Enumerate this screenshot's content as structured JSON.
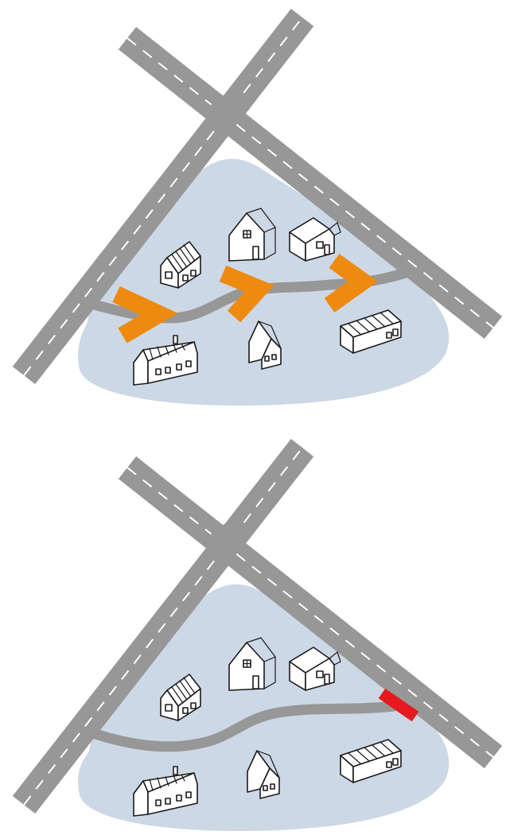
{
  "colors": {
    "background": "#ffffff",
    "area_fill": "#cdd8e6",
    "road_asphalt": "#979797",
    "road_marking": "#ffffff",
    "local_street": "#979797",
    "speed_bump": "#ee8a0f",
    "street_closure": "#e5191e",
    "house_outline": "#1a1a1a"
  },
  "panels": [
    {
      "id": "top",
      "description": "",
      "traffic_measure_icon": "speed-bump-chevron-icon",
      "traffic_measure_count": 3
    },
    {
      "id": "bottom",
      "description": "",
      "traffic_measure_icon": "road-closure-barrier-icon",
      "traffic_measure_count": 1
    }
  ]
}
